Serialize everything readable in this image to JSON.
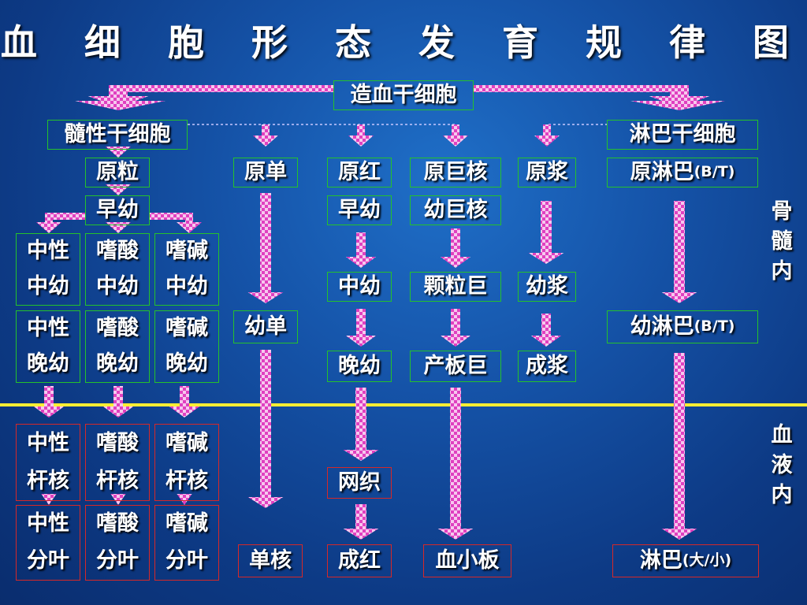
{
  "title": "血 细 胞 形 态 发 育 规 律 图",
  "colors": {
    "border_green": "#25c22b",
    "border_red": "#d62828",
    "arrow": "#e040c0",
    "line_yellow": "#ffee33"
  },
  "stem": "造血干细胞",
  "myeloid_stem": "髓性干细胞",
  "lymph_stem": "淋巴干细胞",
  "row_proto": {
    "granulo": "原粒",
    "mono": "原单",
    "ery": "原红",
    "mega": "原巨核",
    "plasma": "原浆",
    "lymph": "原淋巴",
    "lymph_suffix": "(B/T)"
  },
  "row_early": {
    "granulo": "早幼",
    "ery": "早幼",
    "mega": "幼巨核"
  },
  "myelocyte": {
    "neut": [
      "中性",
      "中幼"
    ],
    "eos": [
      "嗜酸",
      "中幼"
    ],
    "baso": [
      "嗜碱",
      "中幼"
    ],
    "ery": "中幼",
    "mega": "颗粒巨",
    "plasma": "幼浆"
  },
  "metamyelocyte": {
    "neut": [
      "中性",
      "晚幼"
    ],
    "eos": [
      "嗜酸",
      "晚幼"
    ],
    "baso": [
      "嗜碱",
      "晚幼"
    ],
    "mono": "幼单",
    "ery": "晚幼",
    "mega": "产板巨",
    "plasma": "成浆",
    "lymph": "幼淋巴",
    "lymph_suffix": "(B/T)"
  },
  "band": {
    "neut": [
      "中性",
      "杆核"
    ],
    "eos": [
      "嗜酸",
      "杆核"
    ],
    "baso": [
      "嗜碱",
      "杆核"
    ],
    "reti": "网织"
  },
  "segmented": {
    "neut": [
      "中性",
      "分叶"
    ],
    "eos": [
      "嗜酸",
      "分叶"
    ],
    "baso": [
      "嗜碱",
      "分叶"
    ]
  },
  "mature": {
    "mono": "单核",
    "ery": "成红",
    "platelet": "血小板",
    "lymph": "淋巴",
    "lymph_suffix": "(大/小)"
  },
  "side_labels": {
    "marrow": [
      "骨",
      "髓",
      "内"
    ],
    "blood": [
      "血",
      "液",
      "内"
    ]
  }
}
